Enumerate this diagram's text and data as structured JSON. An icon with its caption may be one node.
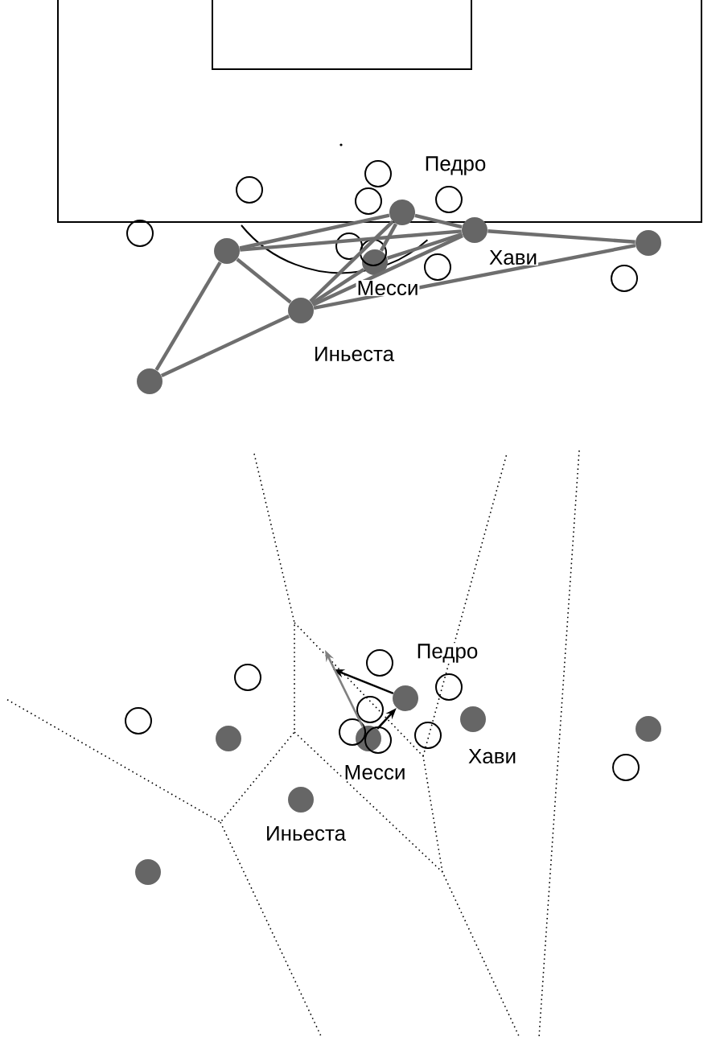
{
  "diagram": {
    "nodes": [
      {
        "text": [],
        "shape": "dot"
      },
      {
        "text": [],
        "shape": "dot"
      },
      {
        "text": [],
        "shape": "dot"
      },
      {
        "text": [],
        "shape": "dot"
      },
      {
        "text": [],
        "shape": "dot"
      },
      {
        "text": [],
        "shape": "dot"
      },
      {
        "text": [],
        "shape": "dot"
      },
      {
        "text": [],
        "shape": "circle"
      },
      {
        "text": [],
        "shape": "circle"
      },
      {
        "text": [],
        "shape": "circle"
      },
      {
        "text": [],
        "shape": "circle"
      },
      {
        "text": [],
        "shape": "circle"
      },
      {
        "text": [],
        "shape": "circle"
      },
      {
        "text": [],
        "shape": "circle"
      },
      {
        "text": [],
        "shape": "circle"
      },
      {
        "text": [],
        "shape": "circle"
      },
      {
        "text": [],
        "shape": "dot"
      },
      {
        "text": [],
        "shape": "dot"
      },
      {
        "text": [],
        "shape": "dot"
      },
      {
        "text": [],
        "shape": "dot"
      },
      {
        "text": [],
        "shape": "dot"
      },
      {
        "text": [],
        "shape": "dot"
      },
      {
        "text": [],
        "shape": "dot"
      },
      {
        "text": [],
        "shape": "circle"
      },
      {
        "text": [],
        "shape": "circle"
      },
      {
        "text": [],
        "shape": "circle"
      },
      {
        "text": [],
        "shape": "circle"
      },
      {
        "text": [],
        "shape": "circle"
      },
      {
        "text": [],
        "shape": "circle"
      },
      {
        "text": [],
        "shape": "circle"
      },
      {
        "text": [],
        "shape": "circle"
      },
      {
        "text": [],
        "shape": "circle"
      }
    ],
    "edges": [
      {
        "from": 0,
        "to": 1,
        "arrow": "none"
      },
      {
        "from": 0,
        "to": 2,
        "arrow": "none"
      },
      {
        "from": 0,
        "to": 5,
        "arrow": "none"
      },
      {
        "from": 0,
        "to": 6,
        "arrow": "none"
      },
      {
        "from": 6,
        "to": 5,
        "arrow": "none"
      },
      {
        "from": 5,
        "to": 4,
        "arrow": "none"
      },
      {
        "from": 5,
        "to": 1,
        "arrow": "none"
      },
      {
        "from": 5,
        "to": 2,
        "arrow": "none"
      },
      {
        "from": 5,
        "to": 3,
        "arrow": "none"
      },
      {
        "from": 4,
        "to": 1,
        "arrow": "none"
      },
      {
        "from": 4,
        "to": 2,
        "arrow": "none"
      },
      {
        "from": 1,
        "to": 2,
        "arrow": "none"
      },
      {
        "from": 2,
        "to": 3,
        "arrow": "none"
      },
      {
        "from": 20,
        "to": 17,
        "arrow": "to",
        "color": "#000000"
      },
      {
        "from": 17,
        "to": null,
        "arrow": "to",
        "color": "#000000"
      },
      {
        "from": 20,
        "to": null,
        "arrow": "to",
        "color": "#808080"
      }
    ],
    "labels": [
      "Педро",
      "Хави",
      "Месси",
      "Иньеста",
      "Педро",
      "Хави",
      "Месси",
      "Иньеста"
    ]
  }
}
